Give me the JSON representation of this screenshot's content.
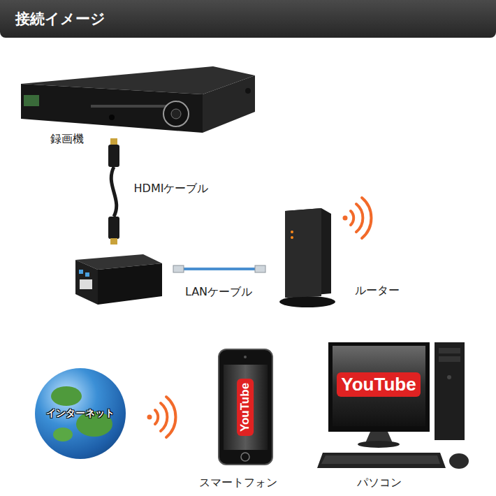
{
  "diagram": {
    "title": "接続イメージ",
    "nodes": [
      {
        "text": [
          "録画機"
        ]
      },
      {
        "text": [
          "ルーター"
        ]
      },
      {
        "text": [
          "インターネット"
        ]
      },
      {
        "text": [
          "スマートフォン"
        ]
      },
      {
        "text": [
          "パソコン"
        ]
      }
    ],
    "labels": [
      "HDMIケーブル",
      "LANケーブル",
      "YouTube",
      "YouTube"
    ]
  }
}
